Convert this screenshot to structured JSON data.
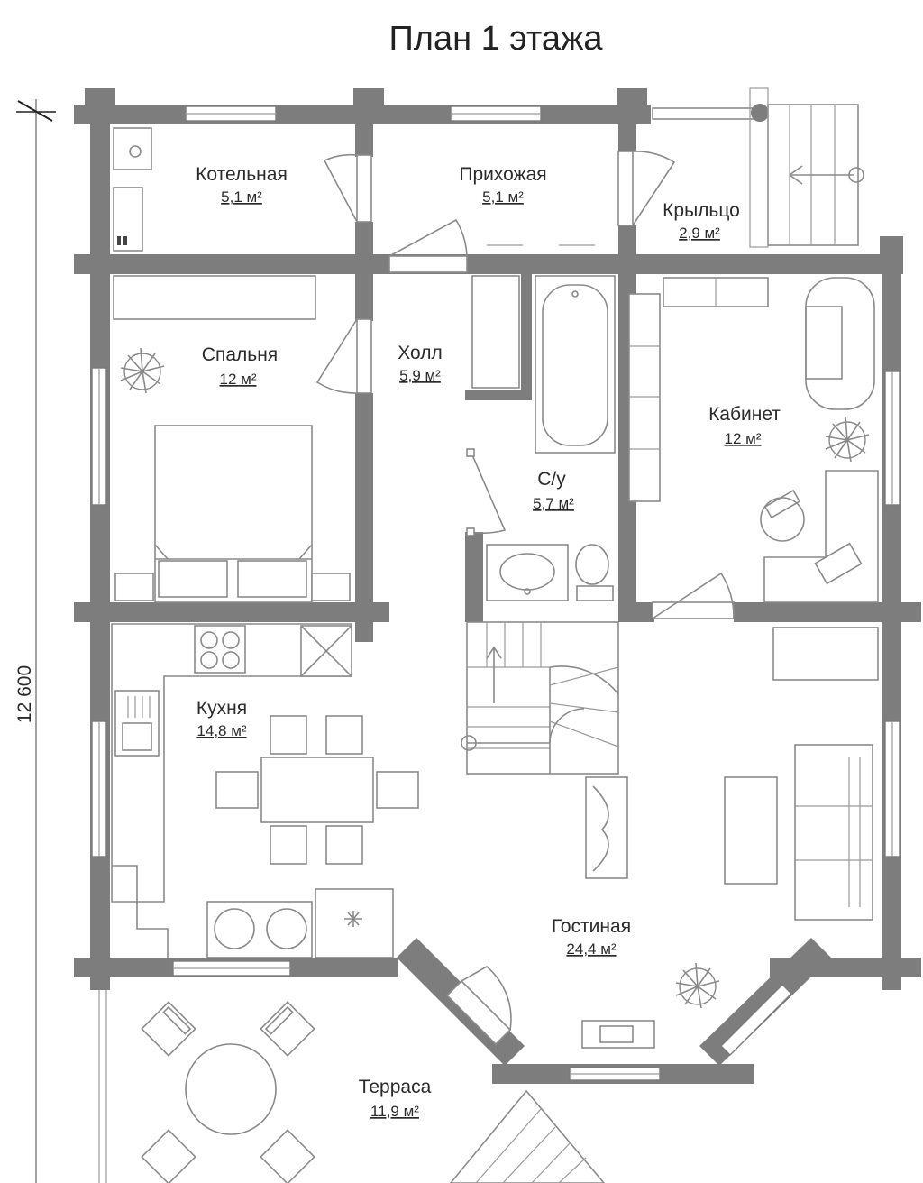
{
  "title": "План 1 этажа",
  "dimension_label": "12 600",
  "rooms": [
    {
      "name": "Котельная",
      "area": "5,1 м²"
    },
    {
      "name": "Прихожая",
      "area": "5,1 м²"
    },
    {
      "name": "Крыльцо",
      "area": "2,9 м²"
    },
    {
      "name": "Спальня",
      "area": "12 м²"
    },
    {
      "name": "Холл",
      "area": "5,9 м²"
    },
    {
      "name": "Кабинет",
      "area": "12 м²"
    },
    {
      "name": "С/у",
      "area": "5,7 м²"
    },
    {
      "name": "Кухня",
      "area": "14,8 м²"
    },
    {
      "name": "Гостиная",
      "area": "24,4 м²"
    },
    {
      "name": "Терраса",
      "area": "11,9 м²"
    }
  ],
  "colors": {
    "wall": "#7d7d7d",
    "line": "#8a8a8a",
    "background": "#ffffff"
  }
}
